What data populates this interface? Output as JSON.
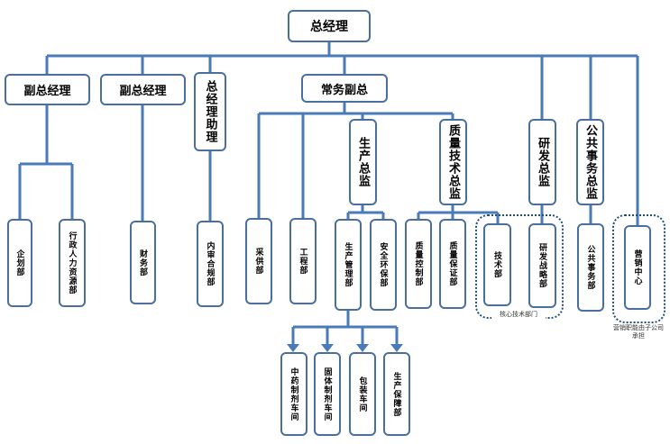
{
  "ceo": "总经理",
  "level1": {
    "vp1": "副总经理",
    "vp2": "副总经理",
    "assistant": "总经理助理",
    "exec_vp": "常务副总"
  },
  "directors": {
    "production": "生产总监",
    "quality_tech": "质量技术总监",
    "rnd": "研发总监",
    "public_affairs": "公共事务总监"
  },
  "departments": {
    "planning": "企划部",
    "admin_hr": "行政人力资源部",
    "finance": "财务部",
    "audit_compliance": "内审合规部",
    "purchasing": "采供部",
    "engineering": "工程部",
    "production_mgmt": "生产管理部",
    "safety_env": "安全环保部",
    "quality_control": "质量控制部",
    "quality_assurance": "质量保证部",
    "technology": "技术部",
    "rnd_strategy": "研发战略部",
    "public_affairs_dept": "公共事务部",
    "marketing": "营销中心"
  },
  "workshops": {
    "tcm_pharma": "中药制剂车间",
    "solid_pharma": "固体制剂车间",
    "packaging": "包装车间",
    "production_support": "生产保障部"
  },
  "notes": {
    "core_tech": "核心技术部门",
    "subsidiary": "营销职能由子公司承担"
  },
  "colors": {
    "line": "#4a7ab8",
    "border": "#4a6f9e",
    "dotted": "#1f4e79"
  }
}
